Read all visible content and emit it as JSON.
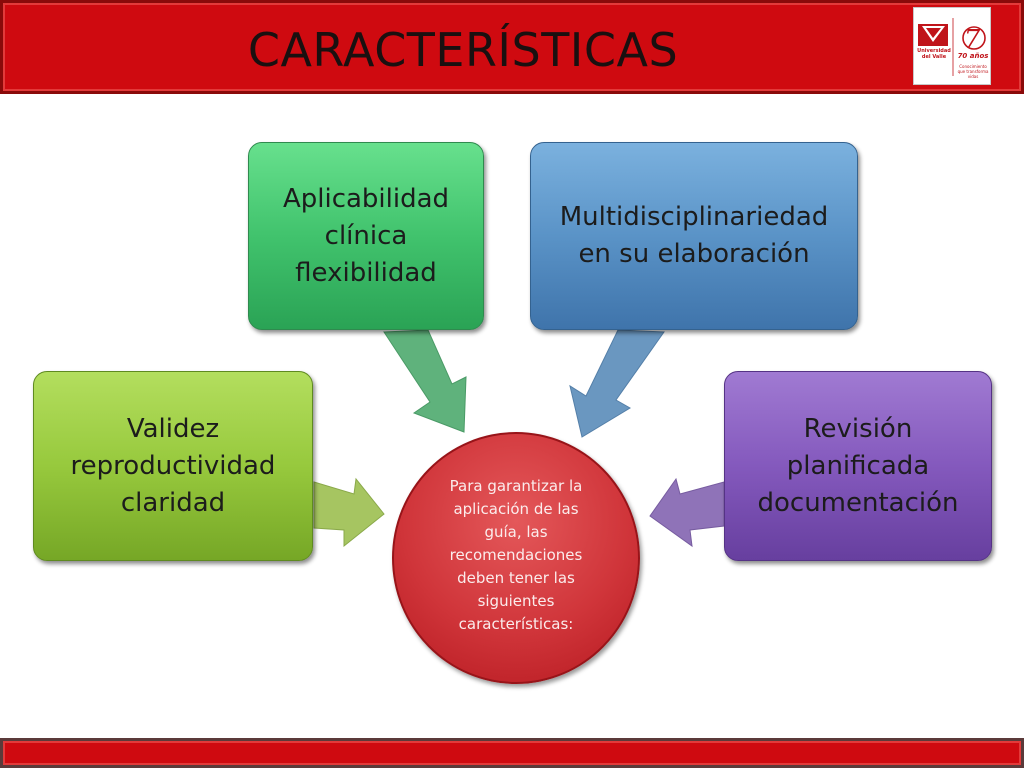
{
  "header": {
    "title": "CARACTERÍSTICAS",
    "logo": {
      "university": "Universidad del Valle",
      "anniversary": "70 años",
      "tagline": "Conocimiento que transforma vidas",
      "colors": {
        "red": "#c0141a",
        "white": "#ffffff"
      }
    }
  },
  "diagram": {
    "center": {
      "text": "Para garantizar la aplicación de las guía, las recomendaciones deben tener las siguientes características:",
      "color": "#d0353a"
    },
    "nodes": [
      {
        "id": "aplicabilidad",
        "lines": [
          "Aplicabilidad",
          "clínica",
          "flexibilidad"
        ],
        "color": "#41c36d"
      },
      {
        "id": "multidisciplinariedad",
        "lines": [
          "Multidisciplinariedad",
          "en su elaboración"
        ],
        "color": "#5a93c7"
      },
      {
        "id": "validez",
        "lines": [
          "Validez",
          "reproductividad",
          "claridad"
        ],
        "color": "#97c93d"
      },
      {
        "id": "revision",
        "lines": [
          "Revisión",
          "planificada",
          "documentación"
        ],
        "color": "#8459bd"
      }
    ]
  },
  "theme": {
    "bar_color": "#cf0a10"
  }
}
